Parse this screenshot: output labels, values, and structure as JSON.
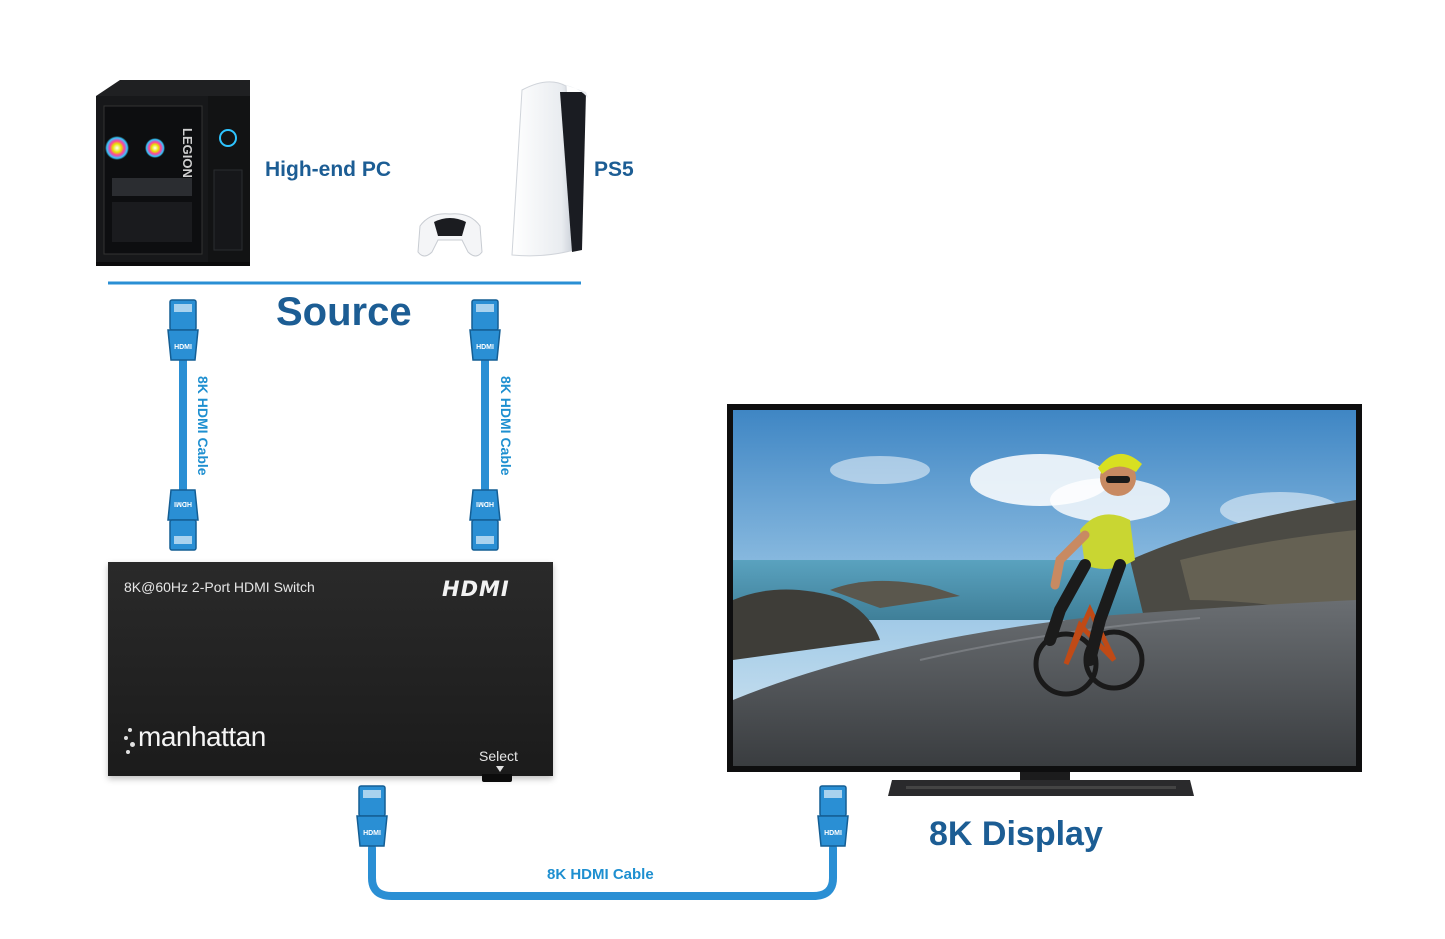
{
  "labels": {
    "pc": "High-end PC",
    "ps5": "PS5",
    "source": "Source",
    "display": "8K Display",
    "cable_left": "8K HDMI Cable",
    "cable_right": "8K HDMI Cable",
    "cable_bottom": "8K HDMI Cable"
  },
  "switch": {
    "model": "8K@60Hz 2-Port HDMI Switch",
    "logo": "HDMI",
    "brand": "manhattan",
    "select_label": "Select"
  },
  "pc_tower": {
    "logo_text": "LEGION"
  },
  "connector_label": "HDMI",
  "colors": {
    "cable": "#2a8fd4",
    "label_dark": "#1c5d94",
    "label_cable": "#1e8fd0"
  }
}
